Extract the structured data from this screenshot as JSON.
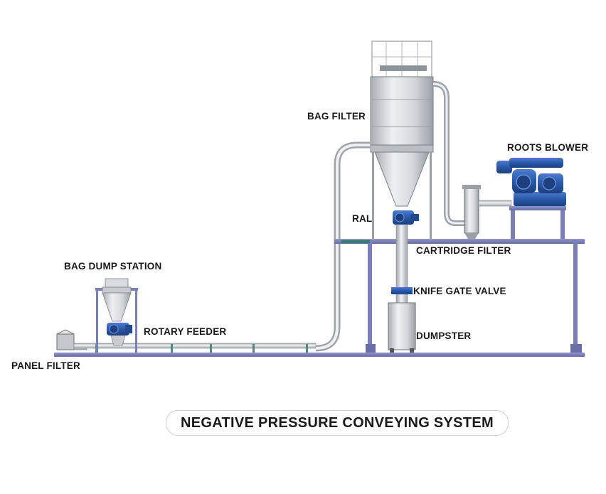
{
  "diagram": {
    "title": "NEGATIVE PRESSURE CONVEYING SYSTEM",
    "labels": {
      "bag_filter": "BAG FILTER",
      "roots_blower": "ROOTS BLOWER",
      "ral": "RAL",
      "cartridge_filter": "CARTRIDGE FILTER",
      "bag_dump_station": "BAG DUMP STATION",
      "knife_gate_valve": "KNIFE GATE VALVE",
      "rotary_feeder": "ROTARY FEEDER",
      "dumpster": "DUMPSTER",
      "panel_filter": "PANEL FILTER"
    },
    "colors": {
      "pipe": "#c9ccd0",
      "steel": "#d9dde2",
      "frame": "#7b7fb8",
      "motor_blue": "#2a58a8",
      "dark_steel": "#6a6f75"
    }
  }
}
